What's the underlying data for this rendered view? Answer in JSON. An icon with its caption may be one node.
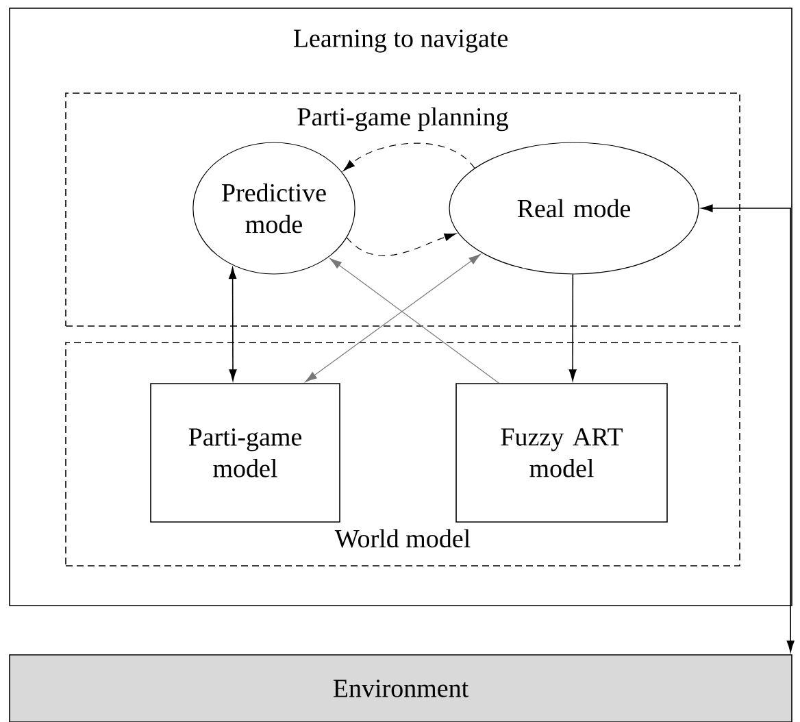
{
  "diagram": {
    "nodes": [
      {
        "text": [
          "Learning to navigate"
        ]
      },
      {
        "text": [
          "Parti-game planning"
        ],
        "in": 0
      },
      {
        "text": [
          "Predictive mode"
        ],
        "in": 1
      },
      {
        "text": [
          "Real mode"
        ],
        "in": 1
      },
      {
        "text": [
          "World model"
        ],
        "in": 0
      },
      {
        "text": [
          "Parti-game model"
        ],
        "in": 4
      },
      {
        "text": [
          "Fuzzy ART model"
        ],
        "in": 4
      },
      {
        "text": [
          "Environment"
        ]
      }
    ],
    "edges": [
      {
        "from": 2,
        "to": 5,
        "arrow": "both"
      },
      {
        "from": 3,
        "to": 2,
        "arrow": "to",
        "style": "dashed"
      },
      {
        "from": 2,
        "to": 3,
        "arrow": "to",
        "style": "dashed"
      },
      {
        "from": 6,
        "to": 2,
        "arrow": "to",
        "color": "#777777"
      },
      {
        "from": 3,
        "to": 5,
        "arrow": "both",
        "color": "#777777"
      },
      {
        "from": 3,
        "to": 6,
        "arrow": "to"
      },
      {
        "from": 7,
        "to": 3,
        "arrow": "both"
      }
    ]
  }
}
